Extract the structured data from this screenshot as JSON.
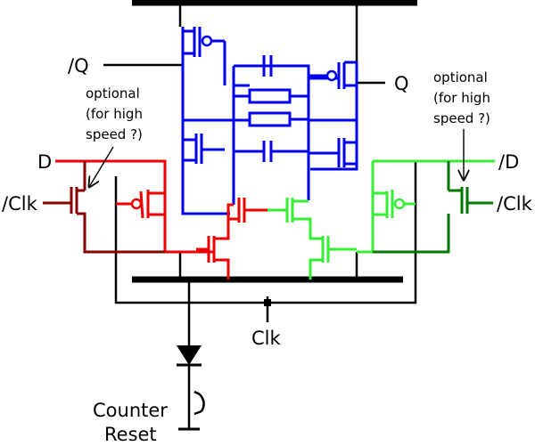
{
  "labels": {
    "nQ": "/Q",
    "Q": "Q",
    "D": "D",
    "nD": "/D",
    "nClk_left": "/Clk",
    "nClk_right": "/Clk",
    "Clk": "Clk",
    "counter": "Counter",
    "reset": "Reset"
  },
  "notes": {
    "left": [
      "optional",
      "(for high",
      "speed ?)"
    ],
    "right": [
      "optional",
      "(for high",
      "speed ?)"
    ]
  },
  "colors": {
    "black": "#000000",
    "blue": "#0000ee",
    "red": "#ee0000",
    "dark_red": "#880000",
    "green": "#33ee33",
    "dark_green": "#007700"
  }
}
